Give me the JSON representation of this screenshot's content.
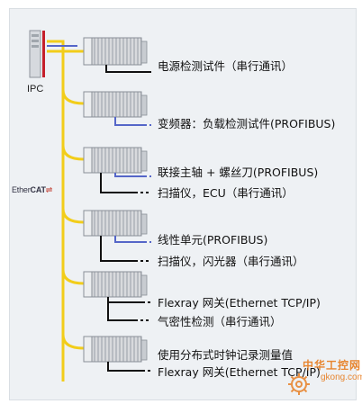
{
  "ipc_label": "IPC",
  "ethercat_label": {
    "prefix": "Ether",
    "suffix": "CAT"
  },
  "branches": [
    {
      "lines": [
        "电源检测试件（串行通讯）"
      ]
    },
    {
      "lines": [
        "变频器：负载检测试件(PROFIBUS)"
      ]
    },
    {
      "lines": [
        "联接主轴 + 螺丝刀(PROFIBUS)",
        "扫描仪，ECU（串行通讯）"
      ]
    },
    {
      "lines": [
        "线性单元(PROFIBUS)",
        "扫描仪，闪光器（串行通讯）"
      ]
    },
    {
      "lines": [
        "Flexray 网关(Ethernet TCP/IP)",
        "气密性检测（串行通讯）"
      ]
    },
    {
      "lines": [
        "使用分布式时钟记录测量值",
        "Flexray 网关(Ethernet TCP/IP)"
      ]
    }
  ],
  "watermark": {
    "text": "中华工控网",
    "url": "gkong.com"
  },
  "colors": {
    "ethercat_bus": "#f2cd1a",
    "profibus": "#5566c8",
    "serial": "#111111",
    "ipc_bar": "#c41e2a"
  }
}
